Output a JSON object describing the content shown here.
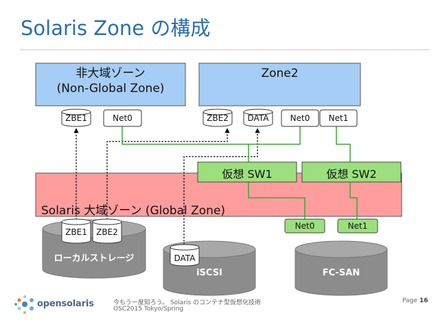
{
  "title": "Solaris Zone の構成",
  "zones": {
    "non_global_line1": "非大域ゾーン",
    "non_global_line2": "(Non-Global Zone)",
    "zone2": "Zone2",
    "global": "Solaris  大域ゾーン (Global Zone)"
  },
  "labels": {
    "zbe1": "ZBE1",
    "zbe2": "ZBE2",
    "data": "DATA",
    "net0": "Net0",
    "net1": "Net1"
  },
  "switches": {
    "sw1": "仮想 SW1",
    "sw2": "仮想 SW2"
  },
  "storage": {
    "local": "ローカルストレージ",
    "iscsi": "iSCSI",
    "fcsan": "FC-SAN"
  },
  "footer": {
    "line1": "今もう一度知ろう。 Solaris のコンテナ型仮想化技術",
    "line2": "OSC2015 Tokyo/Spring",
    "page_label": "Page",
    "page_number": "16",
    "logo": "opensolaris"
  },
  "colors": {
    "title": "#2b6fb0",
    "zone_fill": "#a6cdf5",
    "global_fill": "#ff9d9d",
    "switch_fill": "#9be07c",
    "link_line": "#3aaa35",
    "storage_fill": "#8c8c8c"
  }
}
